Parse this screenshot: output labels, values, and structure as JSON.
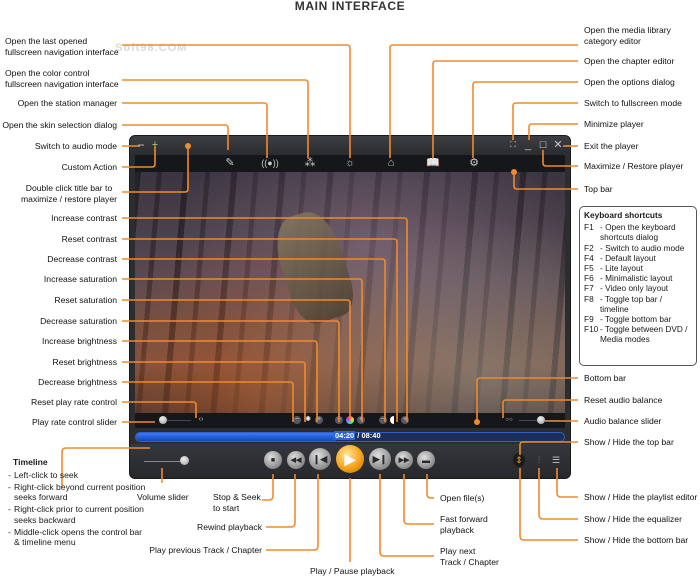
{
  "title": "MAIN INTERFACE",
  "watermark": "Soft98.COM",
  "player": {
    "time_current": "04:20",
    "time_separator": " / ",
    "time_total": "08:40",
    "timeline_progress_pct": 47,
    "topbar_icons": [
      "skin-brush-icon",
      "station-broadcast-icon",
      "color-control-icon",
      "last-fullscreen-nav-icon",
      "media-library-icon",
      "chapter-editor-icon",
      "options-gear-icon"
    ],
    "window_controls": [
      "fullscreen-icon",
      "minimize-icon",
      "maximize-icon",
      "close-icon"
    ]
  },
  "labels_left": {
    "last_fullscreen": "Open the last opened\nfullscreen navigation interface",
    "color_control": "Open the color control\nfullscreen navigation interface",
    "station_manager": "Open the station manager",
    "skin_selection": "Open the skin selection dialog",
    "audio_mode": "Switch to audio mode",
    "custom_action": "Custom Action",
    "double_click": "Double click title bar to\nmaximize / restore player",
    "increase_contrast": "Increase contrast",
    "reset_contrast": "Reset contrast",
    "decrease_contrast": "Decrease contrast",
    "increase_saturation": "Increase saturation",
    "reset_saturation": "Reset saturation",
    "decrease_saturation": "Decrease saturation",
    "increase_brightness": "Increase brightness",
    "reset_brightness": "Reset brightness",
    "decrease_brightness": "Decrease brightness",
    "reset_play_rate": "Reset play rate control",
    "play_rate_slider": "Play rate control slider"
  },
  "labels_right": {
    "media_library": "Open the media library\ncategory editor",
    "chapter_editor": "Open the chapter editor",
    "options_dialog": "Open the options dialog",
    "fullscreen": "Switch to fullscreen mode",
    "minimize": "Minimize player",
    "exit": "Exit the player",
    "maximize": "Maximize / Restore player",
    "top_bar": "Top bar",
    "bottom_bar": "Bottom bar",
    "reset_audio_balance": "Reset audio balance",
    "audio_balance_slider": "Audio balance slider",
    "toggle_top_bar": "Show / Hide the top bar",
    "toggle_playlist": "Show / Hide the playlist editor",
    "toggle_equalizer": "Show / Hide the equalizer",
    "toggle_bottom_bar": "Show / Hide the bottom bar"
  },
  "labels_bottom": {
    "volume_slider": "Volume slider",
    "stop_seek": "Stop & Seek\nto start",
    "rewind": "Rewind playback",
    "prev_track": "Play previous Track / Chapter",
    "play_pause": "Play / Pause playback",
    "next_track": "Play next\nTrack / Chapter",
    "fast_forward": "Fast forward\nplayback",
    "open_files": "Open file(s)"
  },
  "timeline_notes": {
    "heading": "Timeline",
    "items": [
      "Left-click to seek",
      "Right-click beyond current position seeks forward",
      "Right-click prior to current position seeks backward",
      "Middle-click opens the control bar & timeline menu"
    ]
  },
  "keyboard_shortcuts": {
    "heading": "Keyboard shortcuts",
    "items": [
      {
        "key": "F1",
        "desc": "- Open the keyboard shortcuts dialog"
      },
      {
        "key": "F2",
        "desc": "- Switch to audio mode"
      },
      {
        "key": "F4",
        "desc": "- Default layout"
      },
      {
        "key": "F5",
        "desc": "- Lite layout"
      },
      {
        "key": "F6",
        "desc": "- Minimalistic layout"
      },
      {
        "key": "F7",
        "desc": "- Video only layout"
      },
      {
        "key": "F8",
        "desc": "- Toggle top bar / timeline"
      },
      {
        "key": "F9",
        "desc": "- Toggle bottom bar"
      },
      {
        "key": "F10",
        "desc": "- Toggle between DVD / Media modes"
      }
    ]
  },
  "colors": {
    "callout": "#f08a2c",
    "player_bg": "#2b2d31",
    "timeline": "#2a64d8",
    "play_button": "#f5a318"
  }
}
